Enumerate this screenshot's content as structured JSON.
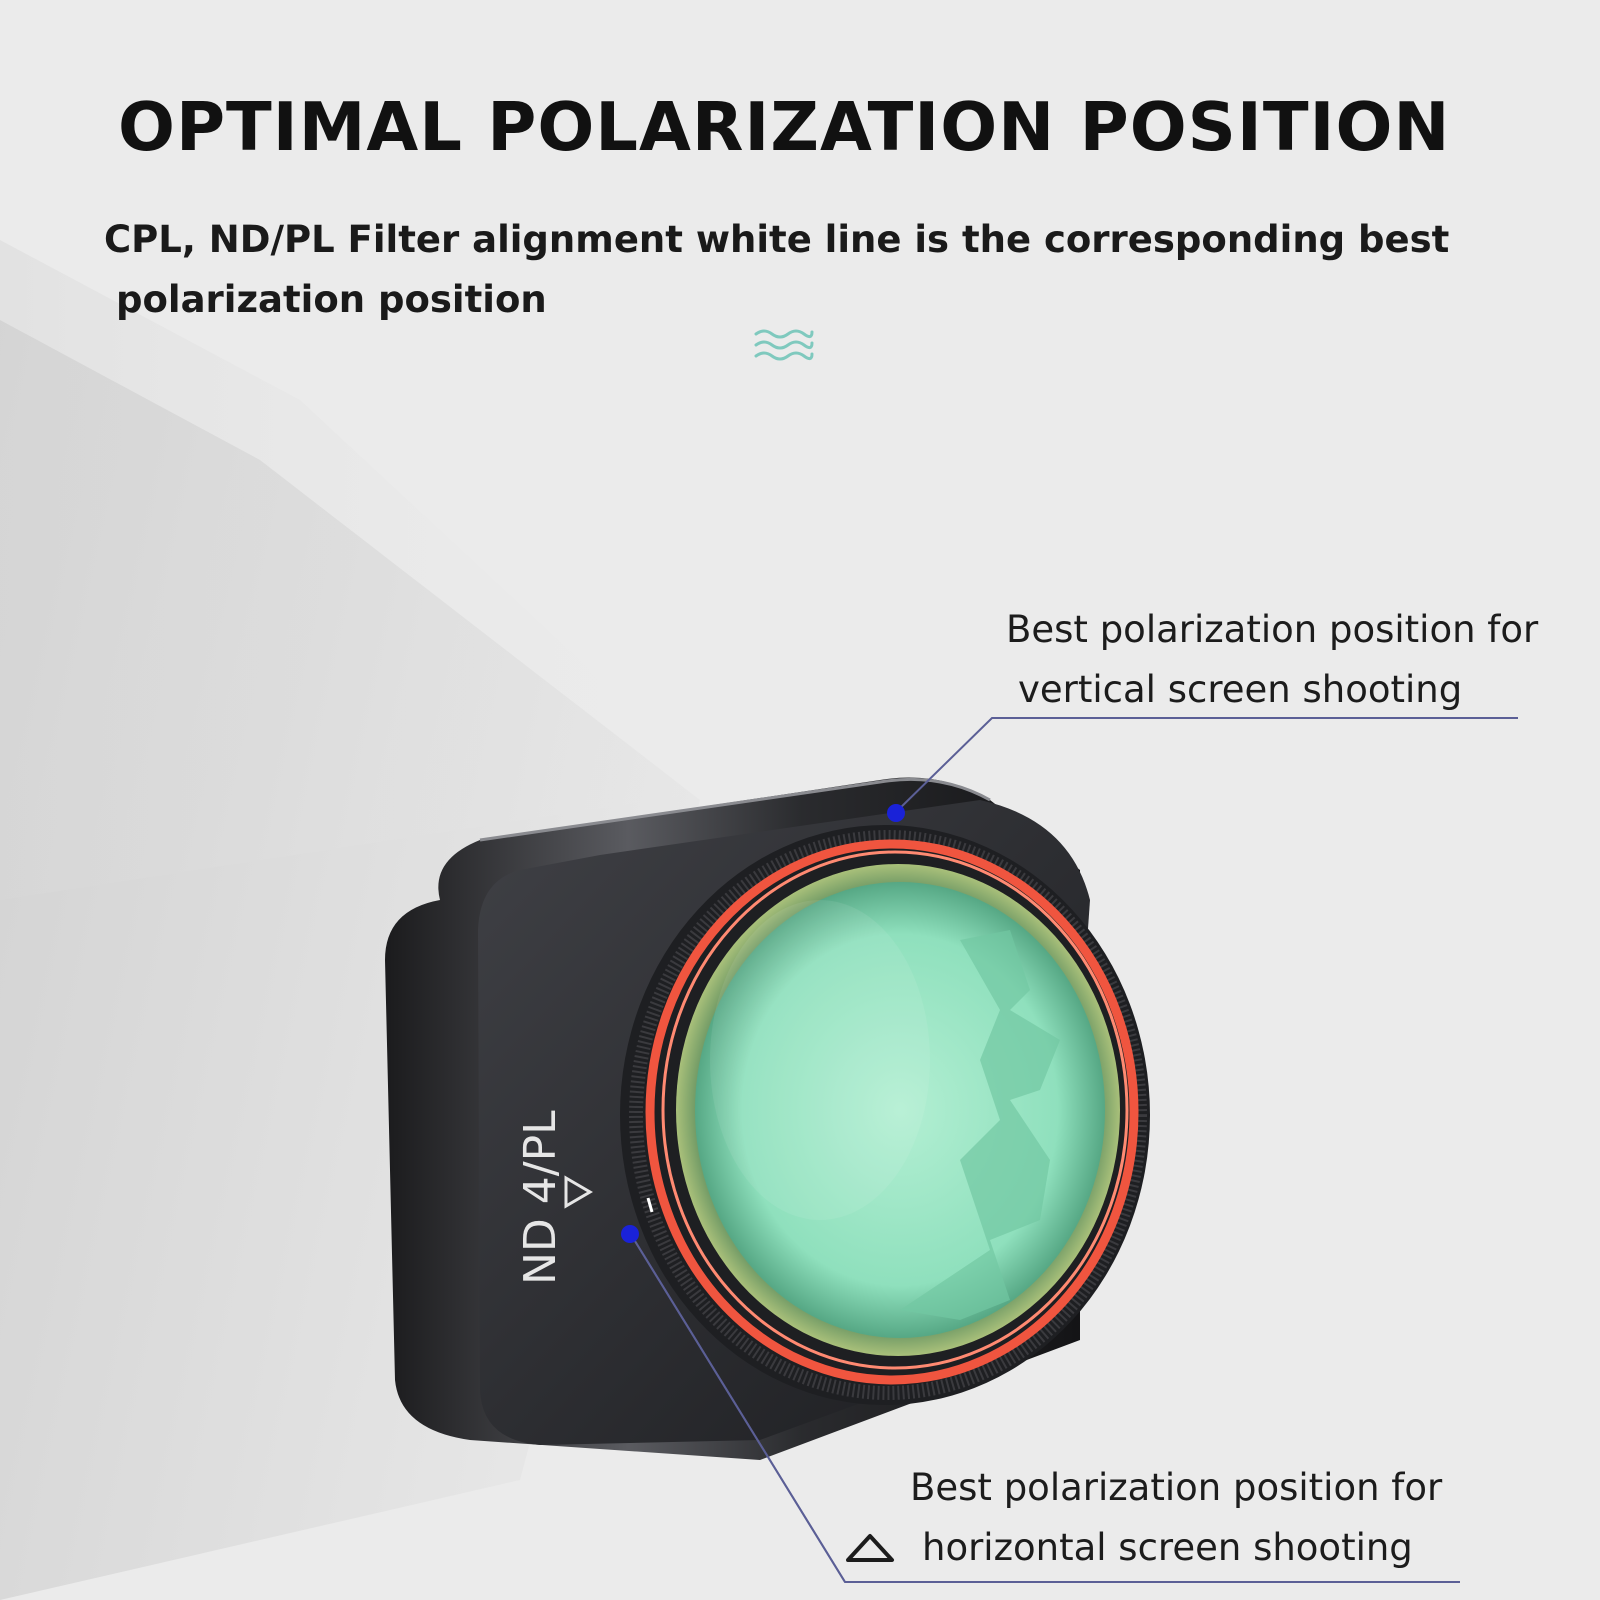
{
  "title": "OPTIMAL POLARIZATION POSITION",
  "subtitle": {
    "line1": "CPL, ND/PL Filter alignment white line is the corresponding best",
    "line2": "polarization position"
  },
  "divider_icon": "wave-icon",
  "product": {
    "lens_label": "ND 4/PL",
    "accent_ring_color": "#f0553f",
    "glass_color": "#9fe6c6",
    "marker_color": "#1a22d8"
  },
  "callouts": {
    "vertical": {
      "line1": "Best polarization position for",
      "line2": "vertical screen shooting"
    },
    "horizontal": {
      "line1": "Best polarization position for",
      "line2": "horizontal screen shooting",
      "icon": "triangle-outline-icon"
    }
  }
}
